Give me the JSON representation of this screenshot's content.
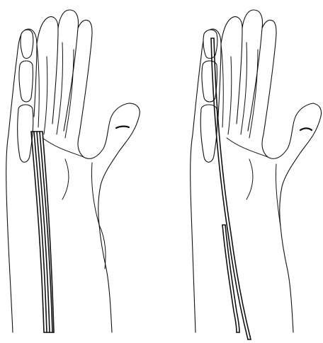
{
  "figure": {
    "panels": [
      {
        "id": "left",
        "splint_style": "straight-parallel-strip"
      },
      {
        "id": "right",
        "splint_style": "long-strip-with-offset-segment"
      }
    ],
    "line_color": "#111111",
    "background": "#ffffff"
  }
}
